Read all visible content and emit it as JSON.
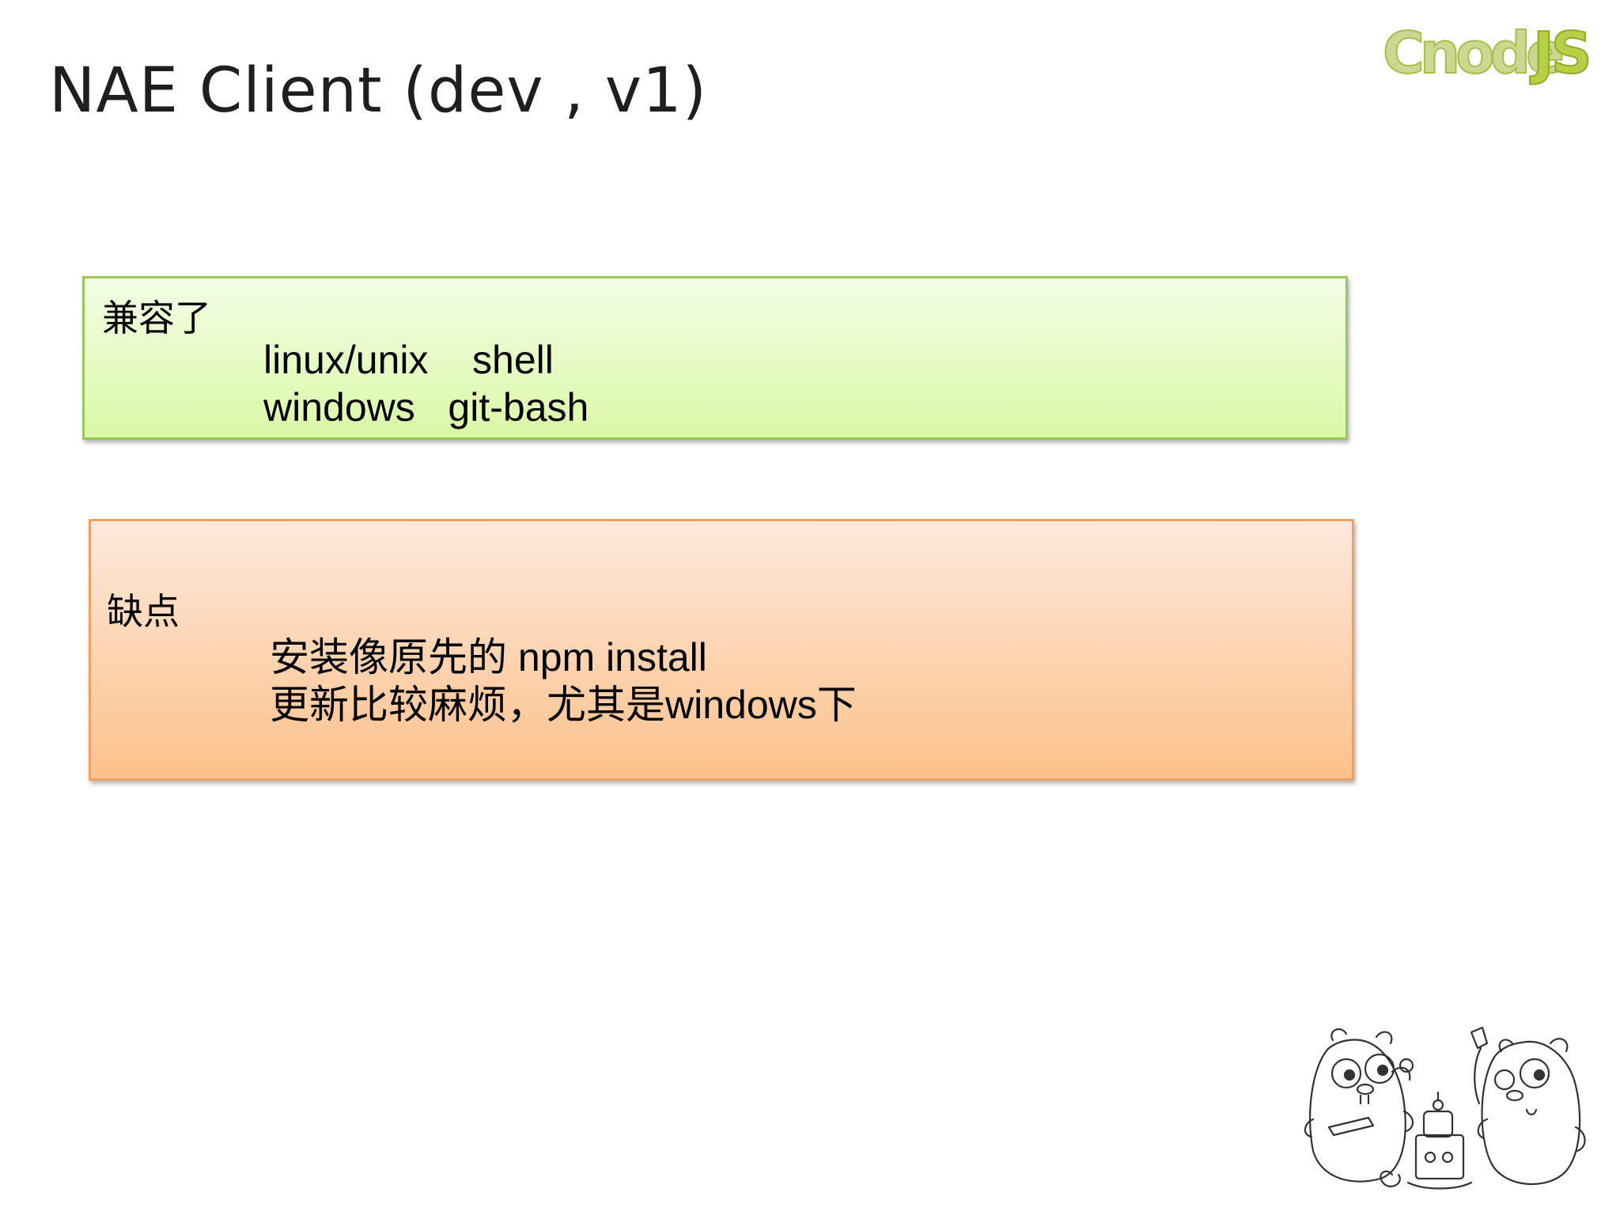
{
  "slide": {
    "title": "NAE Client (dev , v1)",
    "logo": {
      "text_left": "Cnode",
      "text_right": "JS",
      "color_left": "#b7cc5a",
      "color_right": "#9fbb2e"
    },
    "compat_panel": {
      "heading": "兼容了",
      "lines": [
        "linux/unix    shell",
        "windows   git-bash"
      ],
      "border_color": "#98c85a",
      "fill_color": "#daf8a6"
    },
    "cons_panel": {
      "heading": "缺点",
      "lines": [
        "安装像原先的 npm install",
        "更新比较麻烦，尤其是windows下"
      ],
      "border_color": "#f0a060",
      "fill_color": "#fcc18a"
    },
    "illustration": "go-gophers-with-tools-image"
  }
}
